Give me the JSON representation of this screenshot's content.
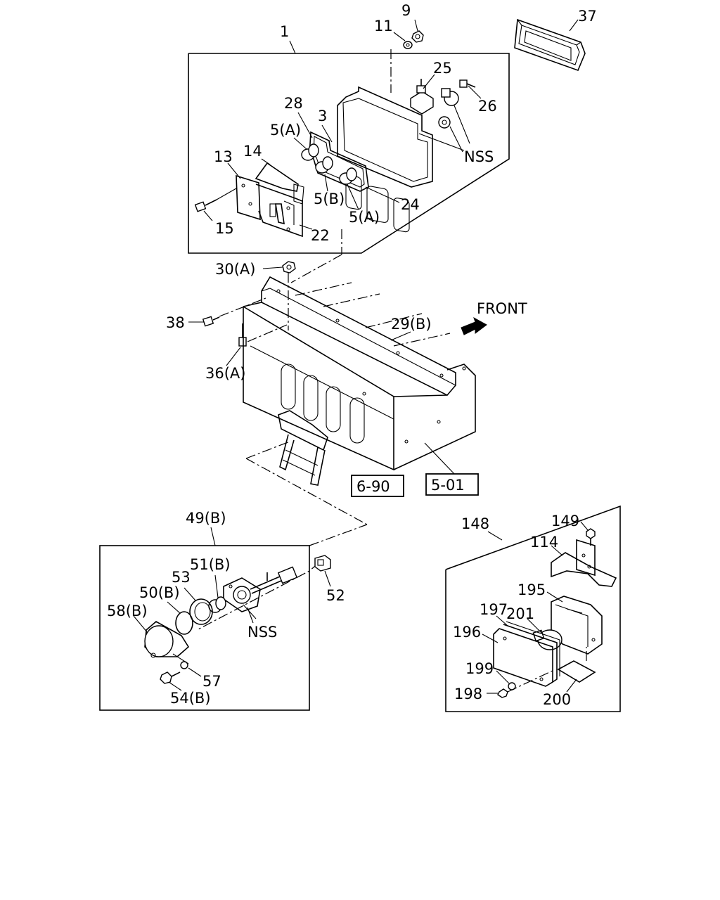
{
  "front_label": "FRONT",
  "part_labels": {
    "p1": "1",
    "p9": "9",
    "p11": "11",
    "p37": "37",
    "p25": "25",
    "p26": "26",
    "p28": "28",
    "p3": "3",
    "p5a_top": "5(A)",
    "nss_top": "NSS",
    "p14": "14",
    "p13": "13",
    "p5b": "5(B)",
    "p24": "24",
    "p5a_bottom": "5(A)",
    "p15": "15",
    "p22": "22",
    "p30a": "30(A)",
    "p38": "38",
    "p29b": "29(B)",
    "p36a": "36(A)",
    "p49b": "49(B)",
    "p51b": "51(B)",
    "p53": "53",
    "p50b": "50(B)",
    "p58b": "58(B)",
    "nss_bottom": "NSS",
    "p52": "52",
    "p57": "57",
    "p54b": "54(B)",
    "p148": "148",
    "p149": "149",
    "p114": "114",
    "p195": "195",
    "p197": "197",
    "p201": "201",
    "p196": "196",
    "p199": "199",
    "p198": "198",
    "p200": "200"
  },
  "reference_boxes": {
    "ref_690": "6-90",
    "ref_501": "5-01"
  },
  "icons": {
    "front_arrow": "arrow-right-icon"
  }
}
